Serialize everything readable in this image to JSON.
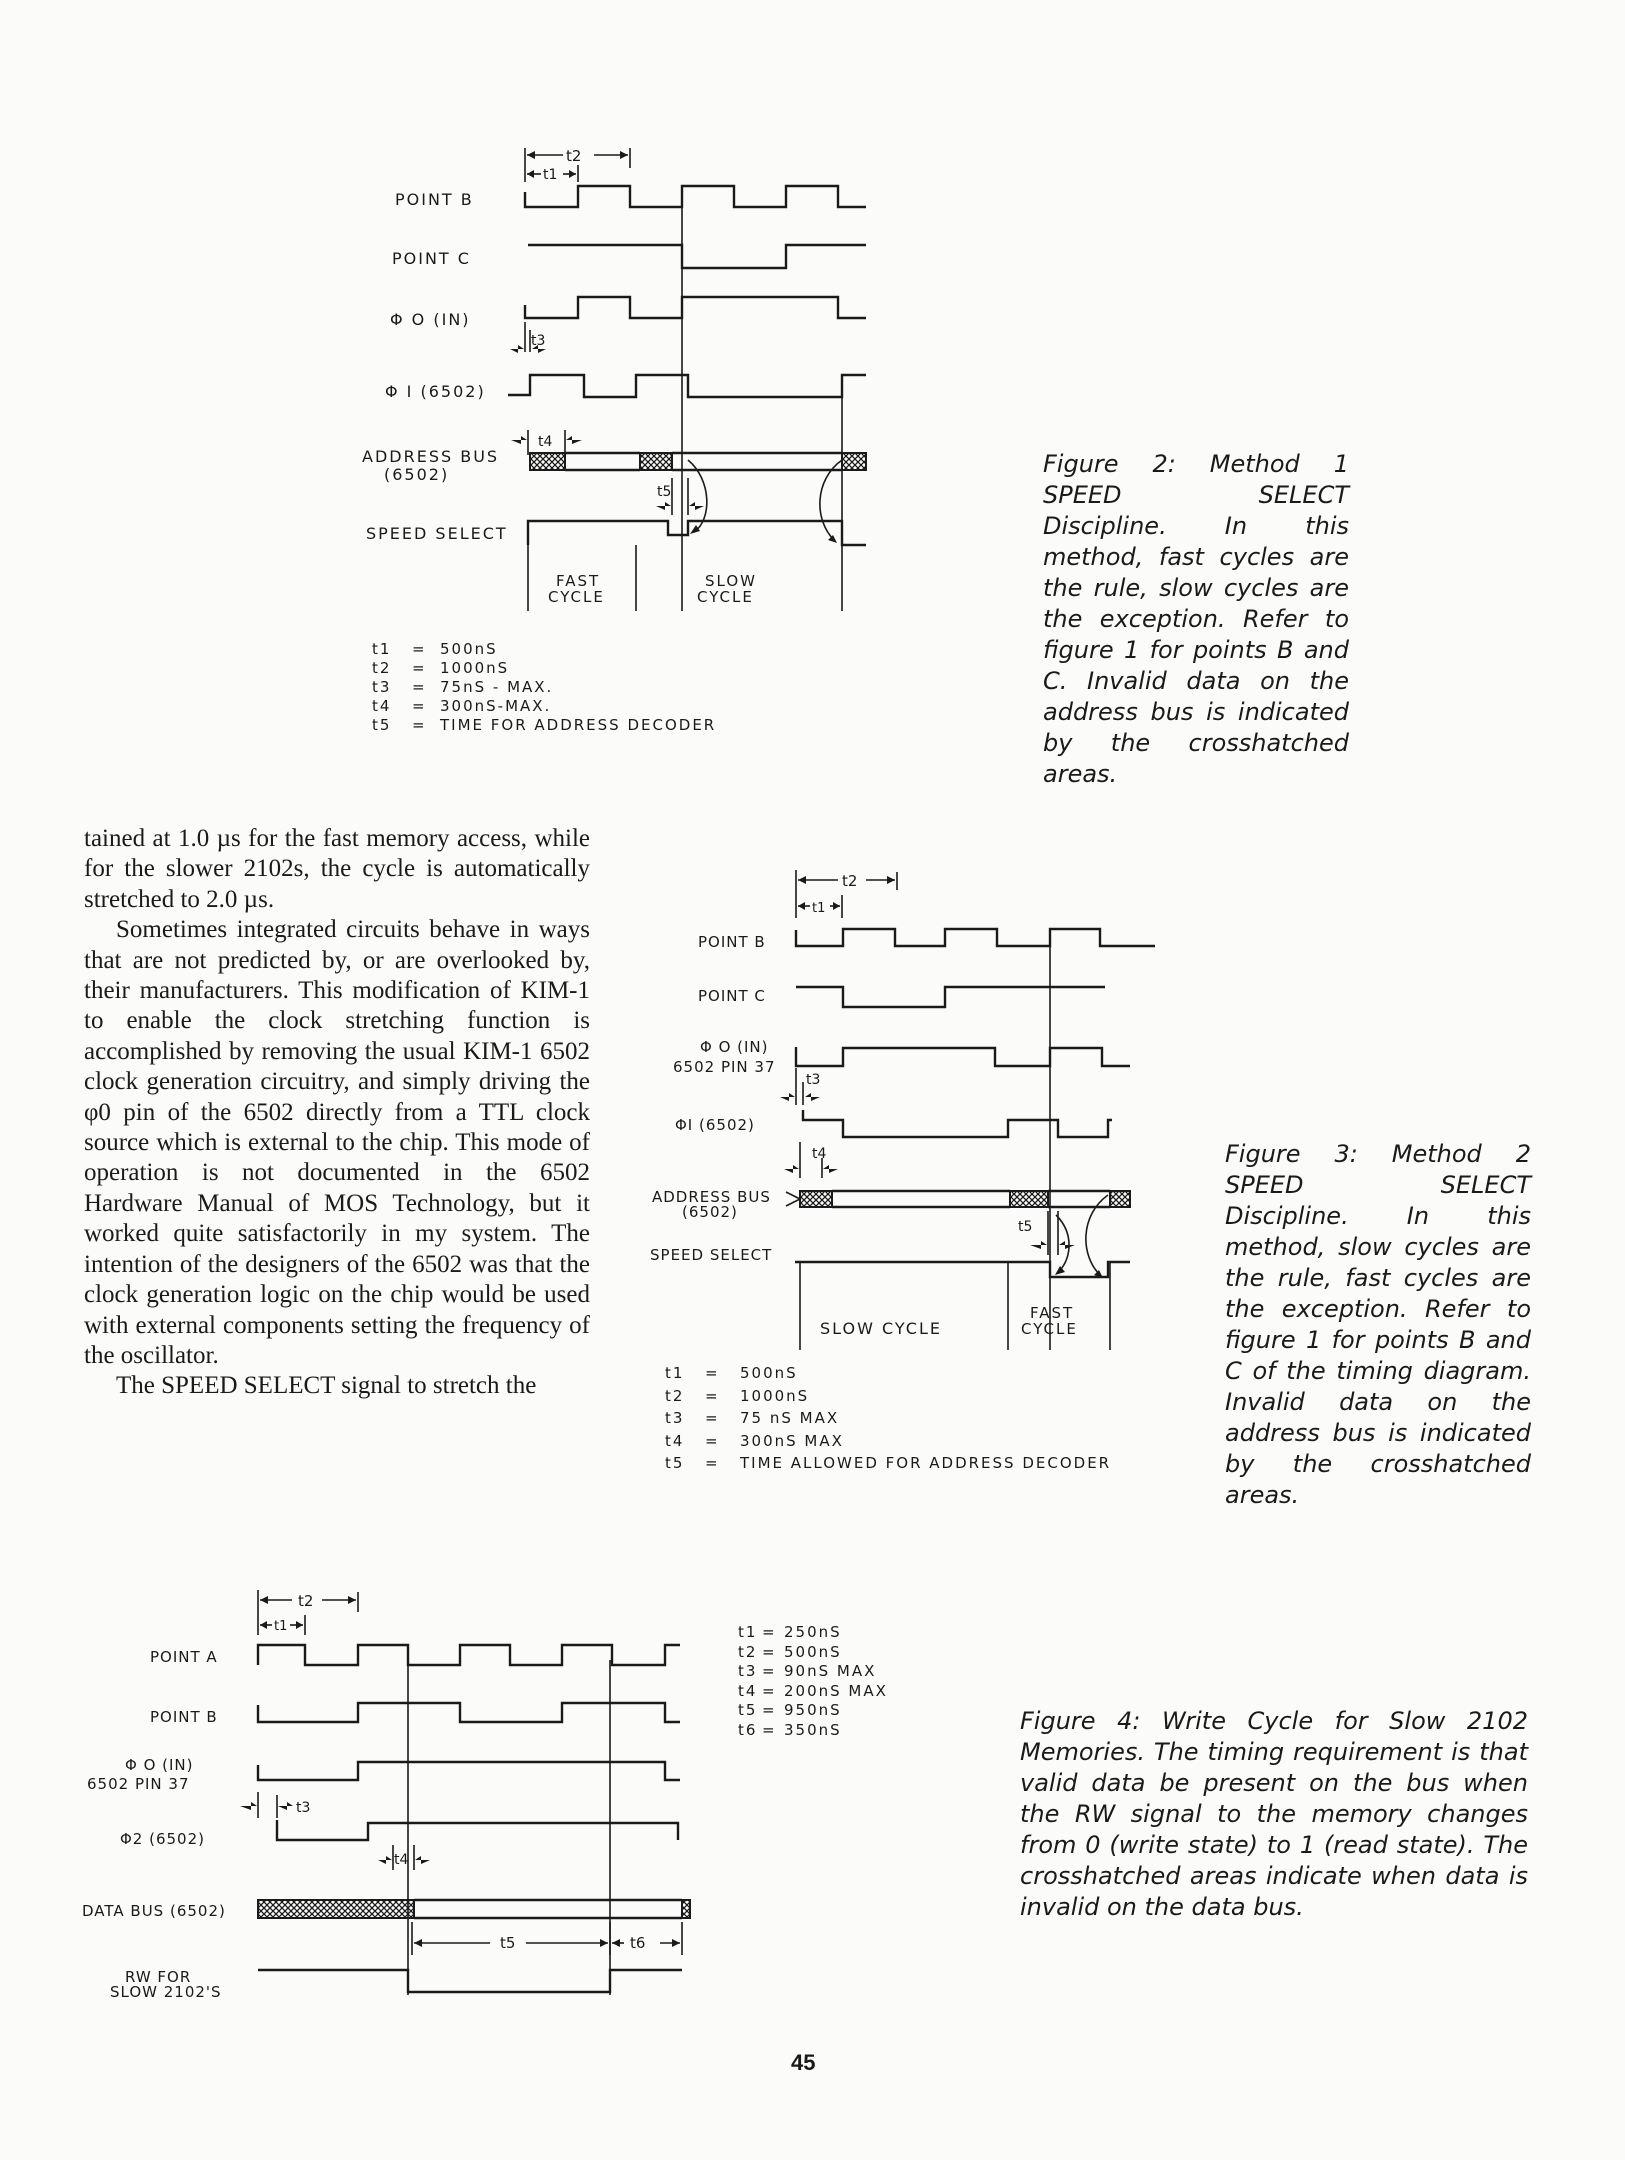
{
  "figure2": {
    "signals": [
      "POINT B",
      "POINT C",
      "Φ O (IN)",
      "Φ I (6502)",
      "ADDRESS BUS",
      "(6502)",
      "SPEED SELECT"
    ],
    "timing_labels": {
      "t1": "t1",
      "t2": "t2",
      "t3": "t3",
      "t4": "t4",
      "t5": "t5"
    },
    "region_labels": {
      "fast_1": "FAST",
      "fast_2": "CYCLE",
      "slow_1": "SLOW",
      "slow_2": "CYCLE"
    },
    "legend": [
      {
        "key": "t1",
        "value": "500nS"
      },
      {
        "key": "t2",
        "value": "1000nS"
      },
      {
        "key": "t3",
        "value": "75nS - MAX."
      },
      {
        "key": "t4",
        "value": "300nS-MAX."
      },
      {
        "key": "t5",
        "value": "TIME FOR ADDRESS DECODER"
      }
    ],
    "caption": "Figure 2: Method 1 SPEED SELECT Discipline. In this method, fast cycles are the rule, slow cycles are the exception. Refer to figure 1 for points B and C. Invalid data on the address bus is indicated by the crosshatched areas."
  },
  "figure3": {
    "signals": [
      "POINT B",
      "POINT C",
      "Φ O (IN)",
      "6502 PIN 37",
      "ΦI (6502)",
      "ADDRESS BUS",
      "(6502)",
      "SPEED SELECT"
    ],
    "timing_labels": {
      "t1": "t1",
      "t2": "t2",
      "t3": "t3",
      "t4": "t4",
      "t5": "t5"
    },
    "region_labels": {
      "slow": "SLOW CYCLE",
      "fast_1": "FAST",
      "fast_2": "CYCLE"
    },
    "legend": [
      {
        "key": "t1",
        "value": "500nS"
      },
      {
        "key": "t2",
        "value": "1000nS"
      },
      {
        "key": "t3",
        "value": "75 nS MAX"
      },
      {
        "key": "t4",
        "value": "300nS MAX"
      },
      {
        "key": "t5",
        "value": "TIME ALLOWED FOR ADDRESS DECODER"
      }
    ],
    "caption": "Figure 3: Method 2 SPEED SELECT Discipline. In this method, slow cycles are the rule, fast cycles are the exception. Refer to figure 1 for points B and C of the timing diagram. Invalid data on the address bus is indicated by the crosshatched areas."
  },
  "figure4": {
    "signals": [
      "POINT A",
      "POINT B",
      "Φ O (IN)",
      "6502 PIN 37",
      "Φ2 (6502)",
      "DATA BUS (6502)",
      "RW FOR",
      "SLOW 2102'S"
    ],
    "timing_labels": {
      "t1": "t1",
      "t2": "t2",
      "t3": "t3",
      "t4": "t4",
      "t5": "t5",
      "t6": "t6"
    },
    "legend": [
      {
        "key": "t1",
        "value": "250nS"
      },
      {
        "key": "t2",
        "value": "500nS"
      },
      {
        "key": "t3",
        "value": "90nS MAX"
      },
      {
        "key": "t4",
        "value": "200nS MAX"
      },
      {
        "key": "t5",
        "value": "950nS"
      },
      {
        "key": "t6",
        "value": "350nS"
      }
    ],
    "caption": "Figure 4: Write Cycle for Slow 2102 Memories. The timing requirement is that valid data be present on the bus when the RW signal to the memory changes from 0 (write state) to 1 (read state). The crosshatched areas indicate when data is invalid on the data bus."
  },
  "body_text": {
    "p1": "tained at 1.0 µs for the fast memory access, while for the slower 2102s, the cycle is automatically stretched to 2.0 µs.",
    "p2": "Sometimes integrated circuits behave in ways that are not predicted by, or are overlooked by, their manufacturers. This modification of KIM-1 to enable the clock stretching function is accomplished by removing the usual KIM-1 6502 clock generation circuitry, and simply driving the φ0 pin of the 6502 directly from a TTL clock source which is external to the chip. This mode of operation is not documented in the 6502 Hardware Manual of MOS Technology, but it worked quite satisfactorily in my system. The intention of the designers of the 6502 was that the clock generation logic on the chip would be used with external components setting the frequency of the oscillator.",
    "p3": "The SPEED SELECT signal to stretch the"
  },
  "page_number": "45"
}
